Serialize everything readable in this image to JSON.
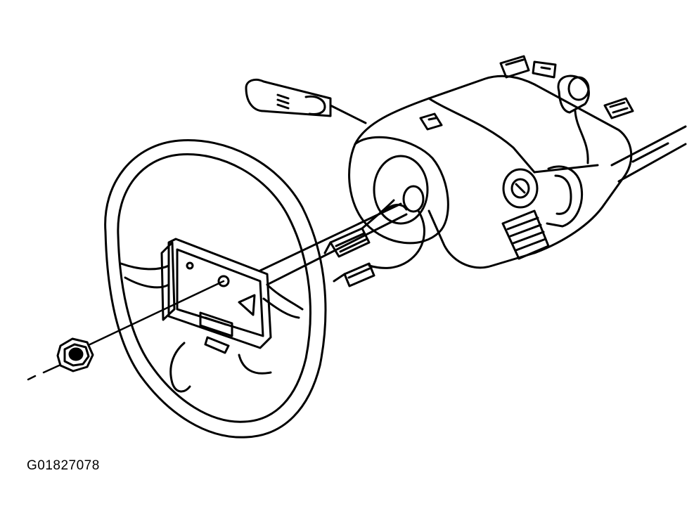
{
  "figure": {
    "code": "G01827078"
  },
  "parts": [
    {
      "name": "steering-wheel-rim",
      "icon": "steering-wheel-icon"
    },
    {
      "name": "steering-wheel-hub",
      "icon": "hub-plate-icon"
    },
    {
      "name": "steering-wheel-nut",
      "icon": "hex-nut-icon"
    },
    {
      "name": "steering-shaft",
      "icon": "shaft-icon"
    },
    {
      "name": "steering-column-housing",
      "icon": "column-housing-icon"
    },
    {
      "name": "turn-signal-lever",
      "icon": "lever-icon"
    },
    {
      "name": "ignition-lock-cylinder",
      "icon": "lock-cylinder-icon"
    },
    {
      "name": "wiring-harness-connectors",
      "icon": "connector-icon"
    }
  ],
  "colors": {
    "line": "#000000",
    "background": "#ffffff"
  }
}
